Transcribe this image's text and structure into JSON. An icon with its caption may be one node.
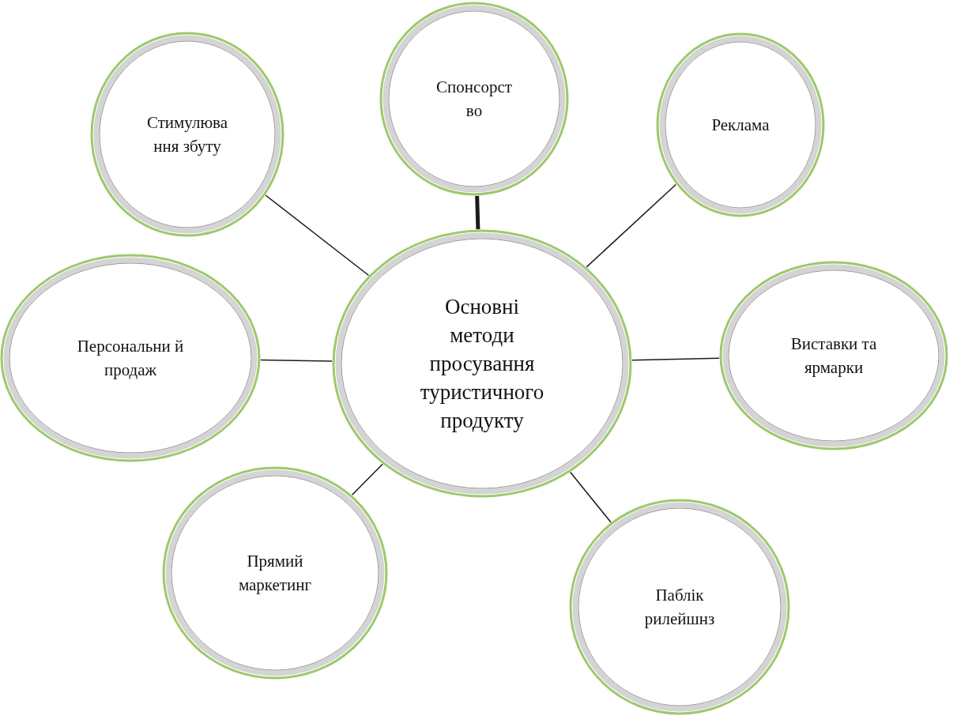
{
  "diagram": {
    "nodes": [
      {
        "text": [
          "Основні методи просування туристичного продукту"
        ]
      },
      {
        "text": [
          "Спонсорст во"
        ]
      },
      {
        "text": [
          "Стимулюва ння збуту"
        ]
      },
      {
        "text": [
          "Реклама"
        ]
      },
      {
        "text": [
          "Персональни й продаж"
        ]
      },
      {
        "text": [
          "Виставки та ярмарки"
        ]
      },
      {
        "text": [
          "Прямий маркетинг"
        ]
      },
      {
        "text": [
          "Паблік рилейшнз"
        ]
      }
    ],
    "edges": [
      {
        "from": 0,
        "to": 1,
        "arrow": "none",
        "style": "thick"
      },
      {
        "from": 0,
        "to": 2,
        "arrow": "none"
      },
      {
        "from": 0,
        "to": 3,
        "arrow": "none"
      },
      {
        "from": 0,
        "to": 4,
        "arrow": "none"
      },
      {
        "from": 0,
        "to": 5,
        "arrow": "none"
      },
      {
        "from": 0,
        "to": 6,
        "arrow": "none"
      },
      {
        "from": 0,
        "to": 7,
        "arrow": "none"
      }
    ]
  }
}
